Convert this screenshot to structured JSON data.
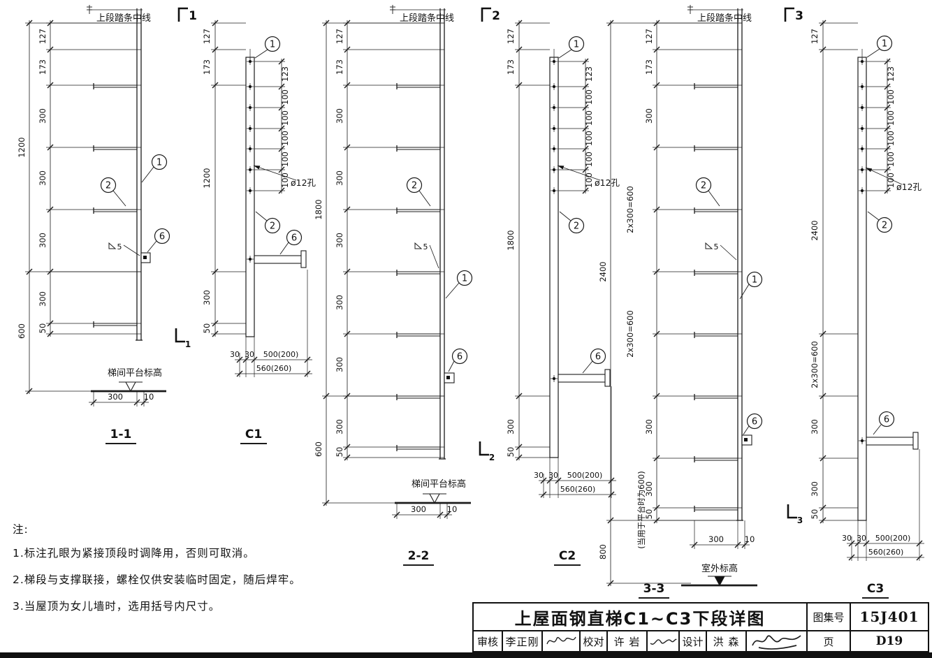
{
  "common": {
    "centerline_label": "上段踏条中线",
    "stair_platform_label": "梯间平台标高",
    "outdoor_level_label": "室外标高",
    "hole_label": "ø12孔",
    "weld_size": "5",
    "hole_spacings": [
      "123",
      "100",
      "100",
      "100",
      "100",
      "100"
    ],
    "bottom_width_dims": [
      "30",
      "30",
      "500(200)"
    ],
    "bottom_width_total": "560(260)",
    "base_dims": {
      "tread": "300",
      "gap": "10"
    },
    "callouts": {
      "rail": "1",
      "tread": "2",
      "support": "6"
    }
  },
  "g1": {
    "marker": "1",
    "section_name": "1-1",
    "elevation_name": "C1",
    "cut_sub": "1",
    "sec_dims": {
      "outer": [
        "1200",
        "600"
      ],
      "inner": [
        "127",
        "173",
        "300",
        "300",
        "300",
        "300",
        "50"
      ]
    },
    "elev_dims": [
      "127",
      "173",
      "1200",
      "300",
      "50"
    ]
  },
  "g2": {
    "marker": "2",
    "section_name": "2-2",
    "elevation_name": "C2",
    "cut_sub": "2",
    "sec_dims": {
      "outer": [
        "1800",
        "600"
      ],
      "inner": [
        "127",
        "173",
        "300",
        "300",
        "300",
        "300",
        "300",
        "300",
        "50"
      ]
    },
    "elev_dims": [
      "127",
      "173",
      "1800",
      "300",
      "50"
    ]
  },
  "g3": {
    "marker": "3",
    "section_name": "3-3",
    "elevation_name": "C3",
    "cut_sub": "3",
    "sec_dims": {
      "outer": [
        "2400",
        "800"
      ],
      "mid": [
        "2x300=600",
        "2x300=600"
      ],
      "inner": [
        "127",
        "173",
        "300",
        "300",
        "300",
        "50"
      ],
      "platform_note": "(当用于平台时为600)"
    },
    "elev_dims": [
      "127",
      "2400",
      "2x300=600",
      "300",
      "300",
      "50"
    ]
  },
  "notes": {
    "heading": "注:",
    "items": [
      "1.标注孔眼为紧接顶段时调降用，否则可取消。",
      "2.梯段与支撑联接，螺栓仅供安装临时固定，随后焊牢。",
      "3.当屋顶为女儿墙时，选用括号内尺寸。"
    ]
  },
  "title_block": {
    "title": "上屋面钢直梯C1~C3下段详图",
    "atlas_label": "图集号",
    "atlas_number": "15J401",
    "page_label": "页",
    "page_number": "D19",
    "roles": [
      {
        "label": "审核",
        "name": "李正刚"
      },
      {
        "label": "校对",
        "name": "许  岩"
      },
      {
        "label": "设计",
        "name": "洪  森"
      }
    ]
  }
}
